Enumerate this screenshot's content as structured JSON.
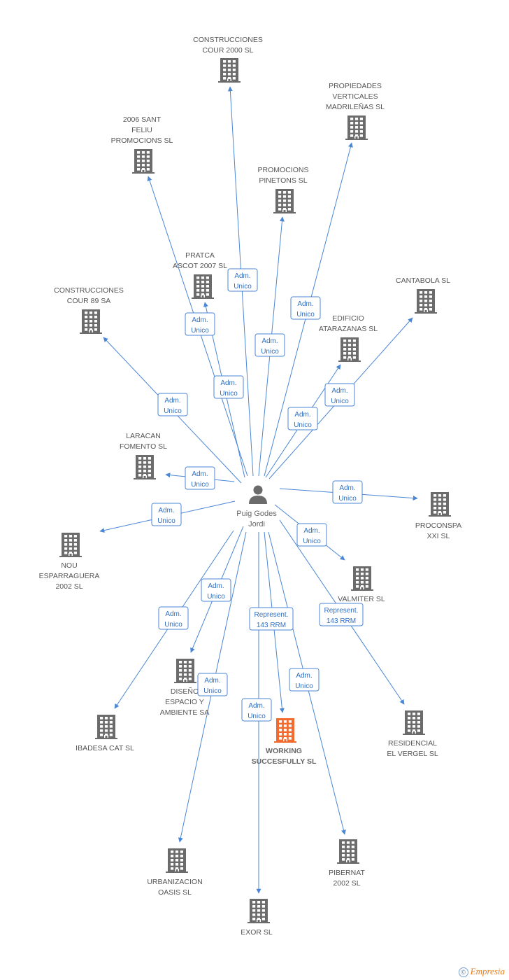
{
  "colors": {
    "edge": "#4a86d6",
    "building": "#6b6b6b",
    "building_highlight": "#f26a2e",
    "person": "#6b6b6b"
  },
  "center": {
    "name_lines": [
      "Puig Godes",
      "Jordi"
    ],
    "icon": "person-icon"
  },
  "companies": [
    {
      "id": "construcciones-cour-2000",
      "lines": [
        "CONSTRUCCIONES",
        "COUR 2000 SL"
      ],
      "highlight": false
    },
    {
      "id": "propiedades-verticales",
      "lines": [
        "PROPIEDADES",
        "VERTICALES",
        "MADRILEÑAS SL"
      ],
      "highlight": false
    },
    {
      "id": "sant-feliu",
      "lines": [
        "2006 SANT",
        "FELIU",
        "PROMOCIONS SL"
      ],
      "highlight": false
    },
    {
      "id": "promocions-pinetons",
      "lines": [
        "PROMOCIONS",
        "PINETONS SL"
      ],
      "highlight": false
    },
    {
      "id": "pratca-ascot",
      "lines": [
        "PRATCA",
        "ASCOT 2007 SL"
      ],
      "highlight": false
    },
    {
      "id": "cantabola",
      "lines": [
        "CANTABOLA SL"
      ],
      "highlight": false
    },
    {
      "id": "construcciones-cour-89",
      "lines": [
        "CONSTRUCCIONES",
        "COUR 89 SA"
      ],
      "highlight": false
    },
    {
      "id": "edificio-atarazanas",
      "lines": [
        "EDIFICIO",
        "ATARAZANAS SL"
      ],
      "highlight": false
    },
    {
      "id": "laracan-fomento",
      "lines": [
        "LARACAN",
        "FOMENTO SL"
      ],
      "highlight": false
    },
    {
      "id": "proconspa",
      "lines": [
        "PROCONSPA",
        "XXI SL"
      ],
      "highlight": false
    },
    {
      "id": "nou-esparraguera",
      "lines": [
        "NOU",
        "ESPARRAGUERA",
        "2002 SL"
      ],
      "highlight": false
    },
    {
      "id": "valmiter",
      "lines": [
        "VALMITER SL"
      ],
      "highlight": false
    },
    {
      "id": "diseno-espacio",
      "lines": [
        "DISEÑO",
        "ESPACIO Y",
        "AMBIENTE SA"
      ],
      "highlight": false
    },
    {
      "id": "ibadesa-cat",
      "lines": [
        "IBADESA CAT SL"
      ],
      "highlight": false
    },
    {
      "id": "working-succesfully",
      "lines": [
        "WORKING",
        "SUCCESFULLY SL"
      ],
      "highlight": true
    },
    {
      "id": "residencial-el-vergel",
      "lines": [
        "RESIDENCIAL",
        "EL VERGEL SL"
      ],
      "highlight": false
    },
    {
      "id": "urbanizacion-oasis",
      "lines": [
        "URBANIZACION",
        "OASIS SL"
      ],
      "highlight": false
    },
    {
      "id": "pibernat-2002",
      "lines": [
        "PIBERNAT",
        "2002 SL"
      ],
      "highlight": false
    },
    {
      "id": "exor",
      "lines": [
        "EXOR SL"
      ],
      "highlight": false
    }
  ],
  "relations": [
    {
      "to": "construcciones-cour-2000",
      "lines": [
        "Adm.",
        "Unico"
      ]
    },
    {
      "to": "propiedades-verticales",
      "lines": [
        "Adm.",
        "Unico"
      ]
    },
    {
      "to": "sant-feliu",
      "lines": [
        "Adm.",
        "Unico"
      ]
    },
    {
      "to": "promocions-pinetons",
      "lines": [
        "Adm.",
        "Unico"
      ]
    },
    {
      "to": "pratca-ascot",
      "lines": [
        "Adm.",
        "Unico"
      ]
    },
    {
      "to": "cantabola",
      "lines": [
        "Adm.",
        "Unico"
      ]
    },
    {
      "to": "construcciones-cour-89",
      "lines": [
        "Adm.",
        "Unico"
      ]
    },
    {
      "to": "edificio-atarazanas",
      "lines": [
        "Adm.",
        "Unico"
      ]
    },
    {
      "to": "laracan-fomento",
      "lines": [
        "Adm.",
        "Unico"
      ]
    },
    {
      "to": "proconspa",
      "lines": [
        "Adm.",
        "Unico"
      ]
    },
    {
      "to": "nou-esparraguera",
      "lines": [
        "Adm.",
        "Unico"
      ]
    },
    {
      "to": "valmiter",
      "lines": [
        "Adm.",
        "Unico"
      ]
    },
    {
      "to": "diseno-espacio",
      "lines": [
        "Adm.",
        "Unico"
      ]
    },
    {
      "to": "ibadesa-cat",
      "lines": [
        "Adm.",
        "Unico"
      ]
    },
    {
      "to": "working-succesfully",
      "lines": [
        "Represent.",
        "143 RRM"
      ]
    },
    {
      "to": "residencial-el-vergel",
      "lines": [
        "Represent.",
        "143 RRM"
      ]
    },
    {
      "to": "urbanizacion-oasis",
      "lines": [
        "Adm.",
        "Unico"
      ]
    },
    {
      "to": "pibernat-2002",
      "lines": [
        "Adm.",
        "Unico"
      ]
    },
    {
      "to": "exor",
      "lines": [
        "Adm.",
        "Unico"
      ]
    }
  ],
  "footer": {
    "copyright_symbol": "©",
    "brand": "Empresia"
  }
}
